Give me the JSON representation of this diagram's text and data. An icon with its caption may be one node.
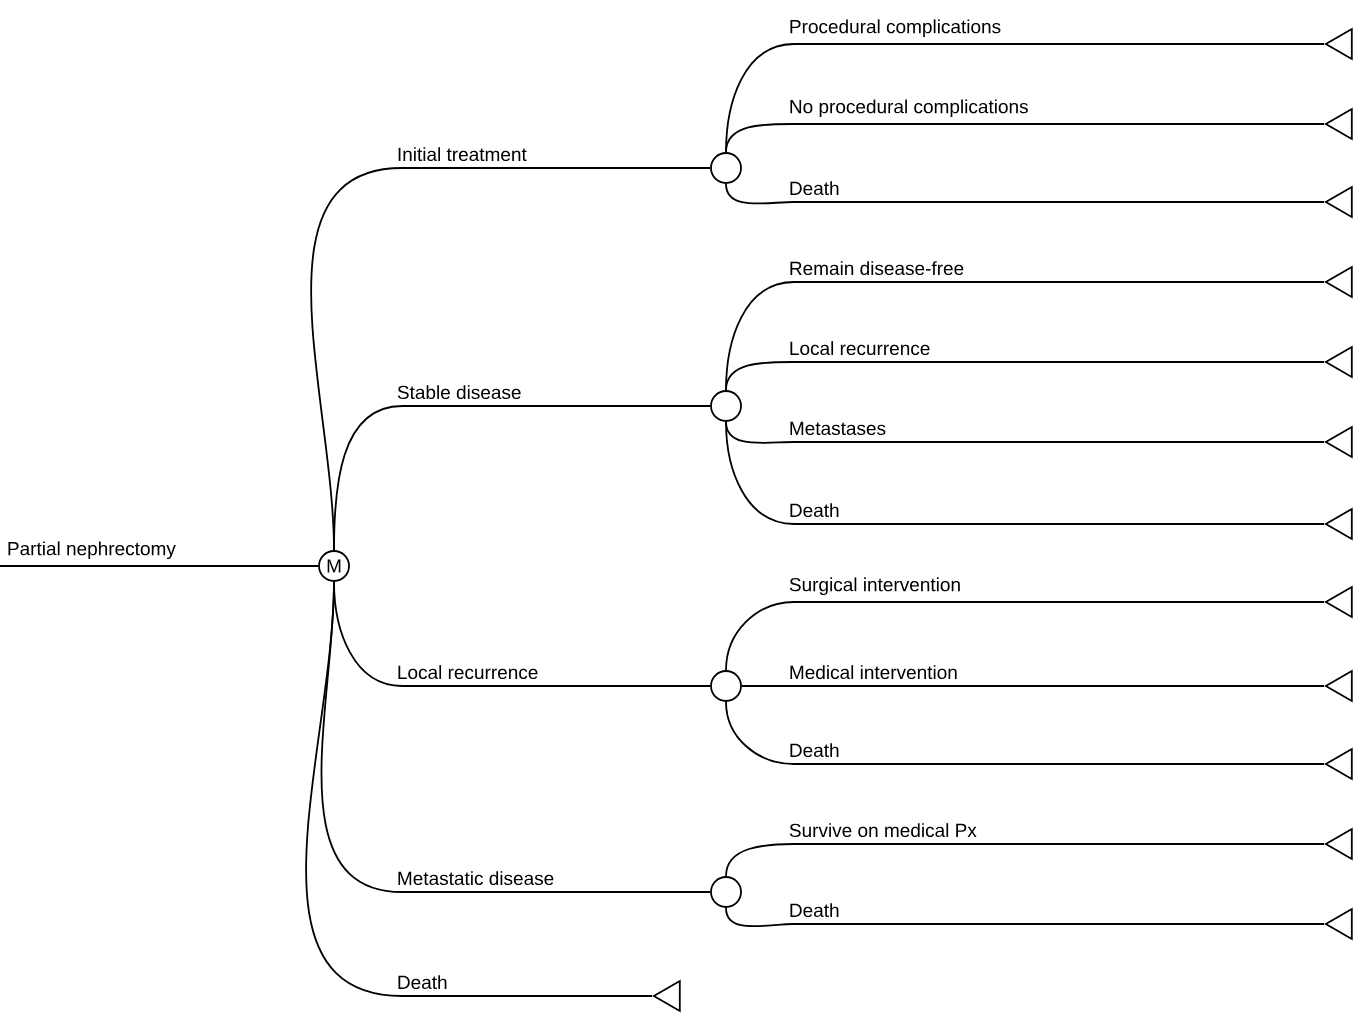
{
  "diagram": {
    "nodes": [
      {
        "text": [
          "M"
        ]
      },
      {
        "text": [],
        "shape": "circle"
      },
      {
        "text": [],
        "shape": "triangle"
      },
      {
        "text": [],
        "shape": "triangle"
      },
      {
        "text": [],
        "shape": "triangle"
      },
      {
        "text": [],
        "shape": "circle"
      },
      {
        "text": [],
        "shape": "triangle"
      },
      {
        "text": [],
        "shape": "triangle"
      },
      {
        "text": [],
        "shape": "triangle"
      },
      {
        "text": [],
        "shape": "triangle"
      },
      {
        "text": [],
        "shape": "circle"
      },
      {
        "text": [],
        "shape": "triangle"
      },
      {
        "text": [],
        "shape": "triangle"
      },
      {
        "text": [],
        "shape": "triangle"
      },
      {
        "text": [],
        "shape": "circle"
      },
      {
        "text": [],
        "shape": "triangle"
      },
      {
        "text": [],
        "shape": "triangle"
      },
      {
        "text": [],
        "shape": "triangle"
      }
    ],
    "edges": [
      {
        "from": null,
        "to": 0,
        "arrow": "none",
        "label": "Partial nephrectomy"
      },
      {
        "from": 0,
        "to": 1,
        "arrow": "none",
        "label": "Initial treatment"
      },
      {
        "from": 1,
        "to": 2,
        "arrow": "none",
        "label": "Procedural complications"
      },
      {
        "from": 1,
        "to": 3,
        "arrow": "none",
        "label": "No procedural complications"
      },
      {
        "from": 1,
        "to": 4,
        "arrow": "none",
        "label": "Death"
      },
      {
        "from": 0,
        "to": 5,
        "arrow": "none",
        "label": "Stable disease"
      },
      {
        "from": 5,
        "to": 6,
        "arrow": "none",
        "label": "Remain disease-free"
      },
      {
        "from": 5,
        "to": 7,
        "arrow": "none",
        "label": "Local recurrence"
      },
      {
        "from": 5,
        "to": 8,
        "arrow": "none",
        "label": "Metastases"
      },
      {
        "from": 5,
        "to": 9,
        "arrow": "none",
        "label": "Death"
      },
      {
        "from": 0,
        "to": 10,
        "arrow": "none",
        "label": "Local recurrence"
      },
      {
        "from": 10,
        "to": 11,
        "arrow": "none",
        "label": "Surgical intervention"
      },
      {
        "from": 10,
        "to": 12,
        "arrow": "none",
        "label": "Medical intervention"
      },
      {
        "from": 10,
        "to": 13,
        "arrow": "none",
        "label": "Death"
      },
      {
        "from": 0,
        "to": 14,
        "arrow": "none",
        "label": "Metastatic disease"
      },
      {
        "from": 14,
        "to": 15,
        "arrow": "none",
        "label": "Survive on medical Px"
      },
      {
        "from": 14,
        "to": 16,
        "arrow": "none",
        "label": "Death"
      },
      {
        "from": 0,
        "to": 17,
        "arrow": "none",
        "label": "Death"
      }
    ]
  }
}
